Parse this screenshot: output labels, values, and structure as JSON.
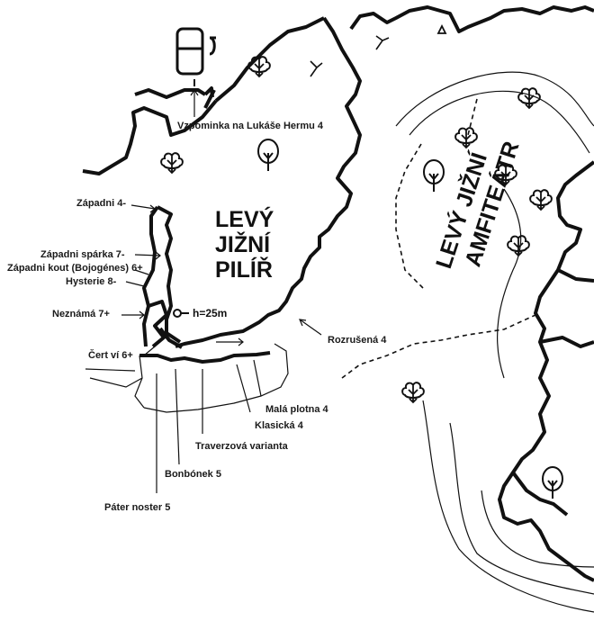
{
  "map": {
    "pillar_title": [
      "LEVÝ",
      "JIŽNÍ",
      "PILÍŘ"
    ],
    "amphitheatre_title": [
      "LEVÝ JIŽNÍ",
      "AMFITEÁTR"
    ],
    "height_label": "h=25m",
    "routes": {
      "vzpominka": "Vzpominka na Lukáše Hermu 4",
      "zapadni": "Západni 4-",
      "zapadni_sparka": "Západni spárka 7-",
      "zapadni_kout": "Západni kout (Bojogénes) 6+",
      "hysterie": "Hysterie 8-",
      "neznama": "Neznámá 7+",
      "cert_vi": "Čert ví 6+",
      "rozrusena": "Rozrušená 4",
      "mala_plotna": "Malá plotna 4",
      "klasicka": "Klasická 4",
      "traverzova": "Traverzová varianta",
      "bonbonek": "Bonbónek 5",
      "pater_noster": "Páter noster 5"
    },
    "icons": [
      "parking-icon",
      "deciduous-tree-icon",
      "bush-icon",
      "grass-icon",
      "summit-triangle-icon",
      "start-circle-icon"
    ]
  }
}
